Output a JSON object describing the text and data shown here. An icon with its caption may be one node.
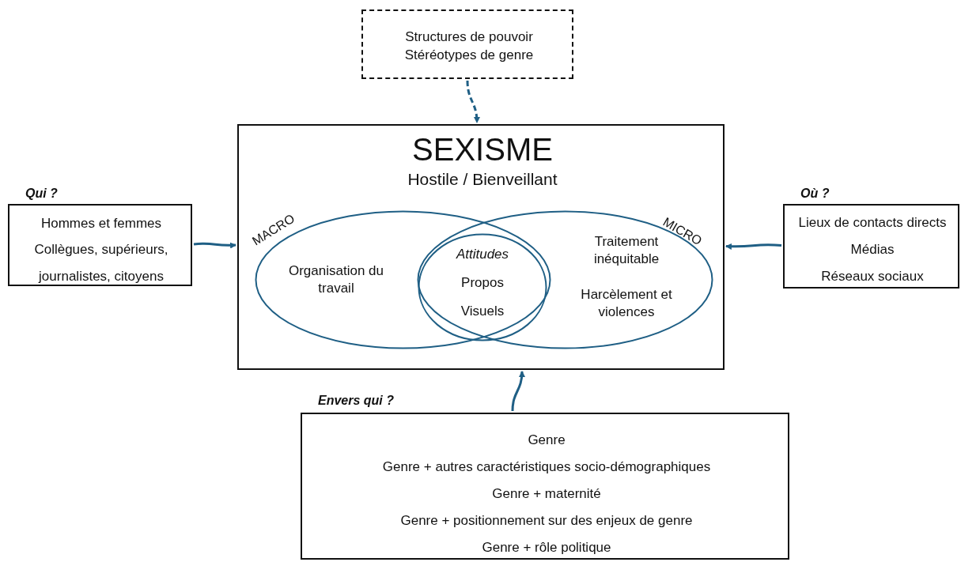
{
  "diagram": {
    "nodes": [
      {
        "text": [
          "Structures de pouvoir",
          "Stéréotypes de genre"
        ]
      },
      {
        "text": [
          "SEXISME",
          "Hostile / Bienveillant"
        ]
      },
      {
        "text": [
          "MACRO",
          "Organisation du travail"
        ],
        "in": 1
      },
      {
        "text": [
          "Attitudes",
          "Propos",
          "Visuels"
        ]
      },
      {
        "text": [
          "MICRO",
          "Traitement inéquitable",
          "Harcèlement et violences"
        ],
        "in": 1
      },
      {
        "text": [
          "Qui ?",
          "Hommes et femmes",
          "Collègues, supérieurs, journalistes, citoyens"
        ]
      },
      {
        "text": [
          "Où ?",
          "Lieux de contacts directs",
          "Médias",
          "Réseaux sociaux"
        ]
      },
      {
        "text": [
          "Envers qui ?",
          "Genre",
          "Genre + autres caractéristiques socio-démographiques",
          "Genre + maternité",
          "Genre + positionnement sur des enjeux de genre",
          "Genre + rôle politique"
        ]
      }
    ],
    "edges": [
      {
        "from": 0,
        "to": 1,
        "arrow": "to",
        "style": "dashed"
      },
      {
        "from": 5,
        "to": 1,
        "arrow": "to"
      },
      {
        "from": 6,
        "to": 1,
        "arrow": "to"
      },
      {
        "from": 7,
        "to": 1,
        "arrow": "to"
      }
    ]
  }
}
